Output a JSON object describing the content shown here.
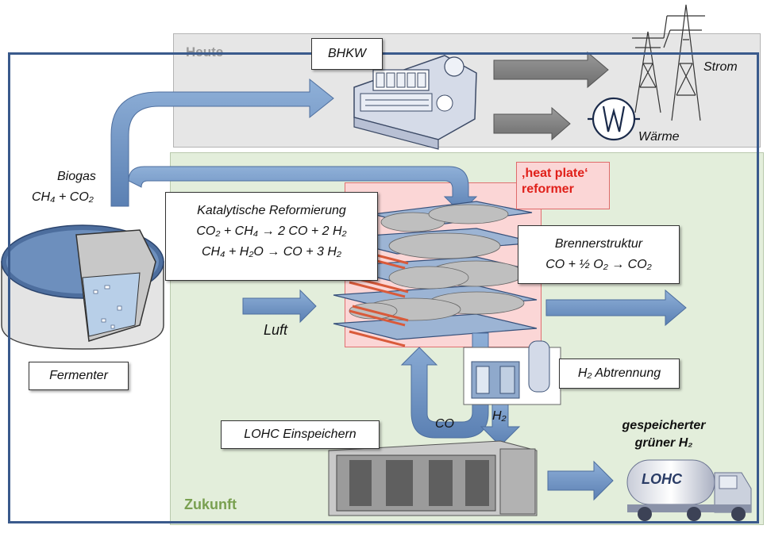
{
  "panels": {
    "today": "Heute",
    "future": "Zukunft"
  },
  "labels": {
    "bhkw": "BHKW",
    "strom": "Strom",
    "waerme": "Wärme",
    "biogas": "Biogas",
    "biogas_formula": "CH₄ + CO₂",
    "fermenter": "Fermenter",
    "reformer": "‚heat plate‘ reformer",
    "reform_title": "Katalytische  Reformierung",
    "reform_eq1": "CO₂ + CH₄ → 2 CO + 2 H₂",
    "reform_eq2": "CH₄ + H₂O → CO + 3 H₂",
    "burner_title": "Brennerstruktur",
    "burner_eq": "CO + ½ O₂ → CO₂",
    "luft": "Luft",
    "h2_separation": "H₂ Abtrennung",
    "co": "CO",
    "h2": "H₂",
    "lohc_store": "LOHC Einspeichern",
    "stored_h2": "gespeicherter grüner H₂",
    "lohc_truck": "LOHC"
  },
  "colors": {
    "arrow_blue": "#6f93c3",
    "arrow_gray": "#808080",
    "frame": "#3a5a8c",
    "red_text": "#e0201a"
  }
}
